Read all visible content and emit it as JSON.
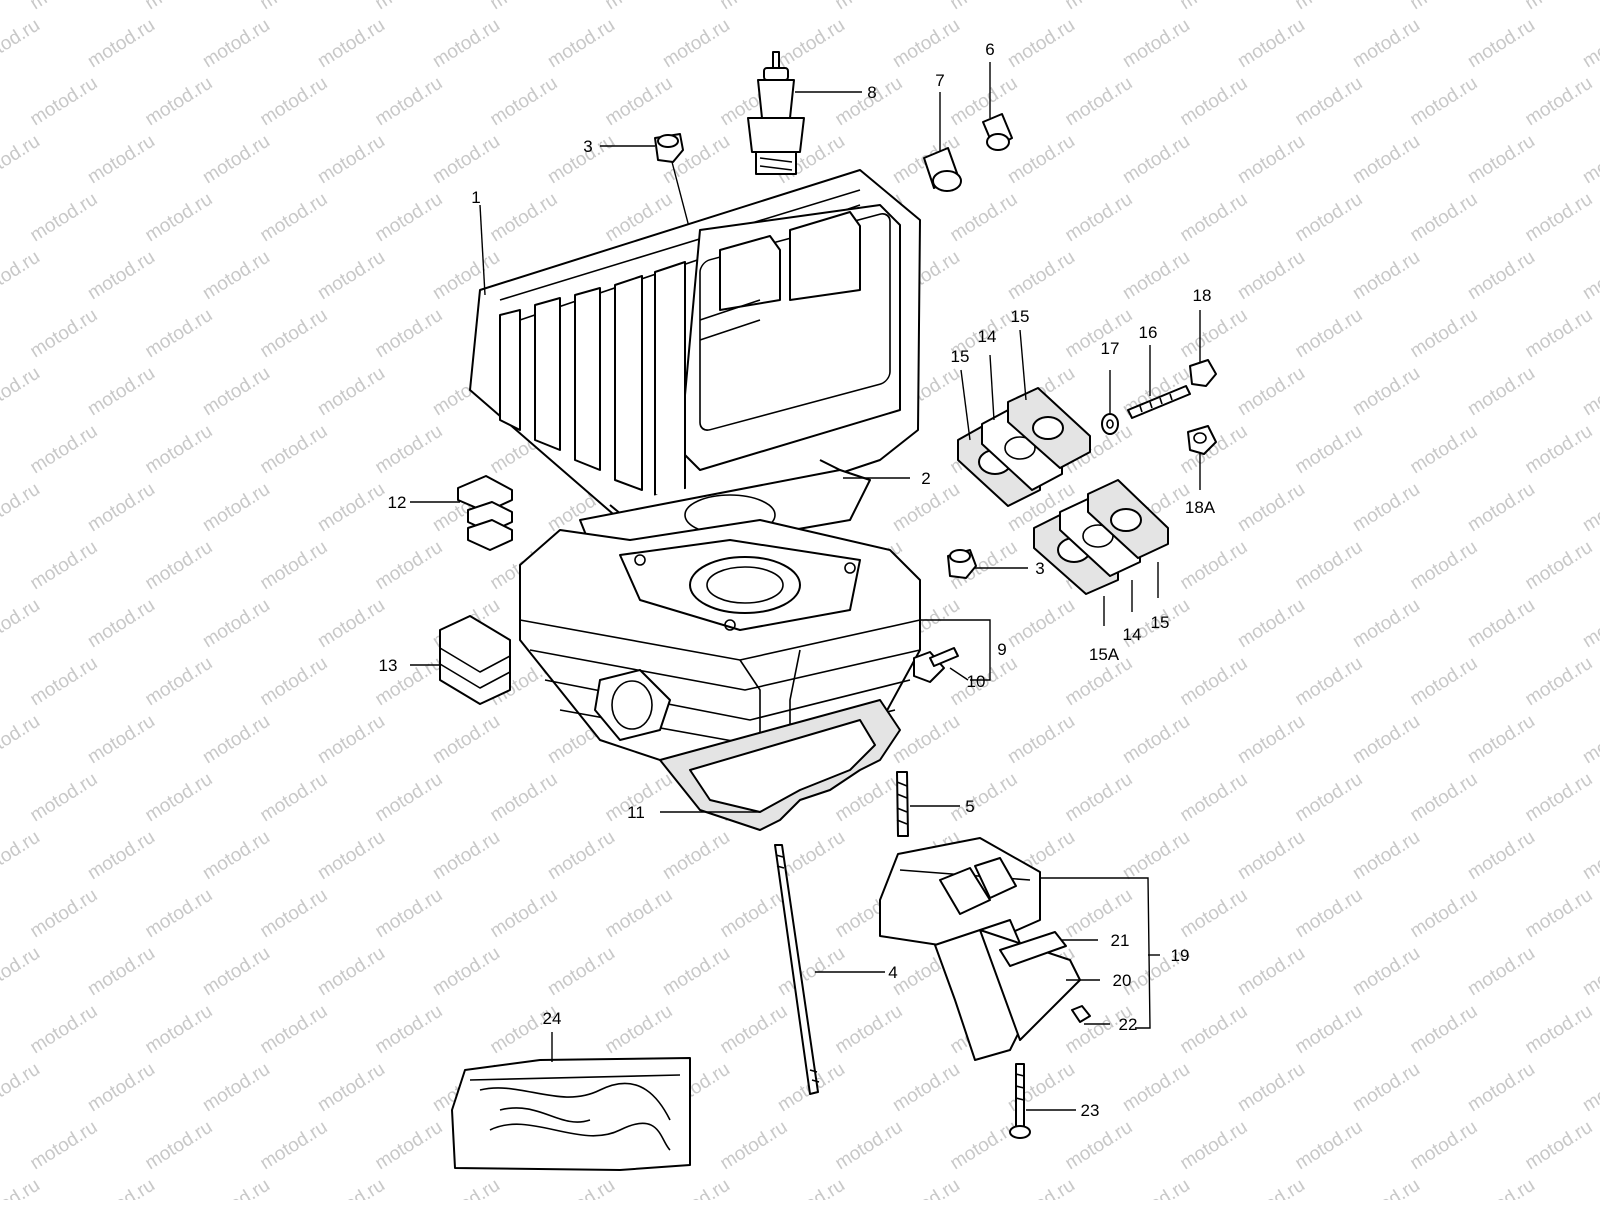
{
  "watermark": "motod.ru",
  "callouts": [
    "1",
    "2",
    "3",
    "3",
    "4",
    "5",
    "6",
    "7",
    "8",
    "9",
    "10",
    "11",
    "12",
    "13",
    "14",
    "14",
    "15",
    "15",
    "15",
    "15A",
    "16",
    "17",
    "18",
    "18A",
    "19",
    "20",
    "21",
    "22",
    "23",
    "24"
  ]
}
